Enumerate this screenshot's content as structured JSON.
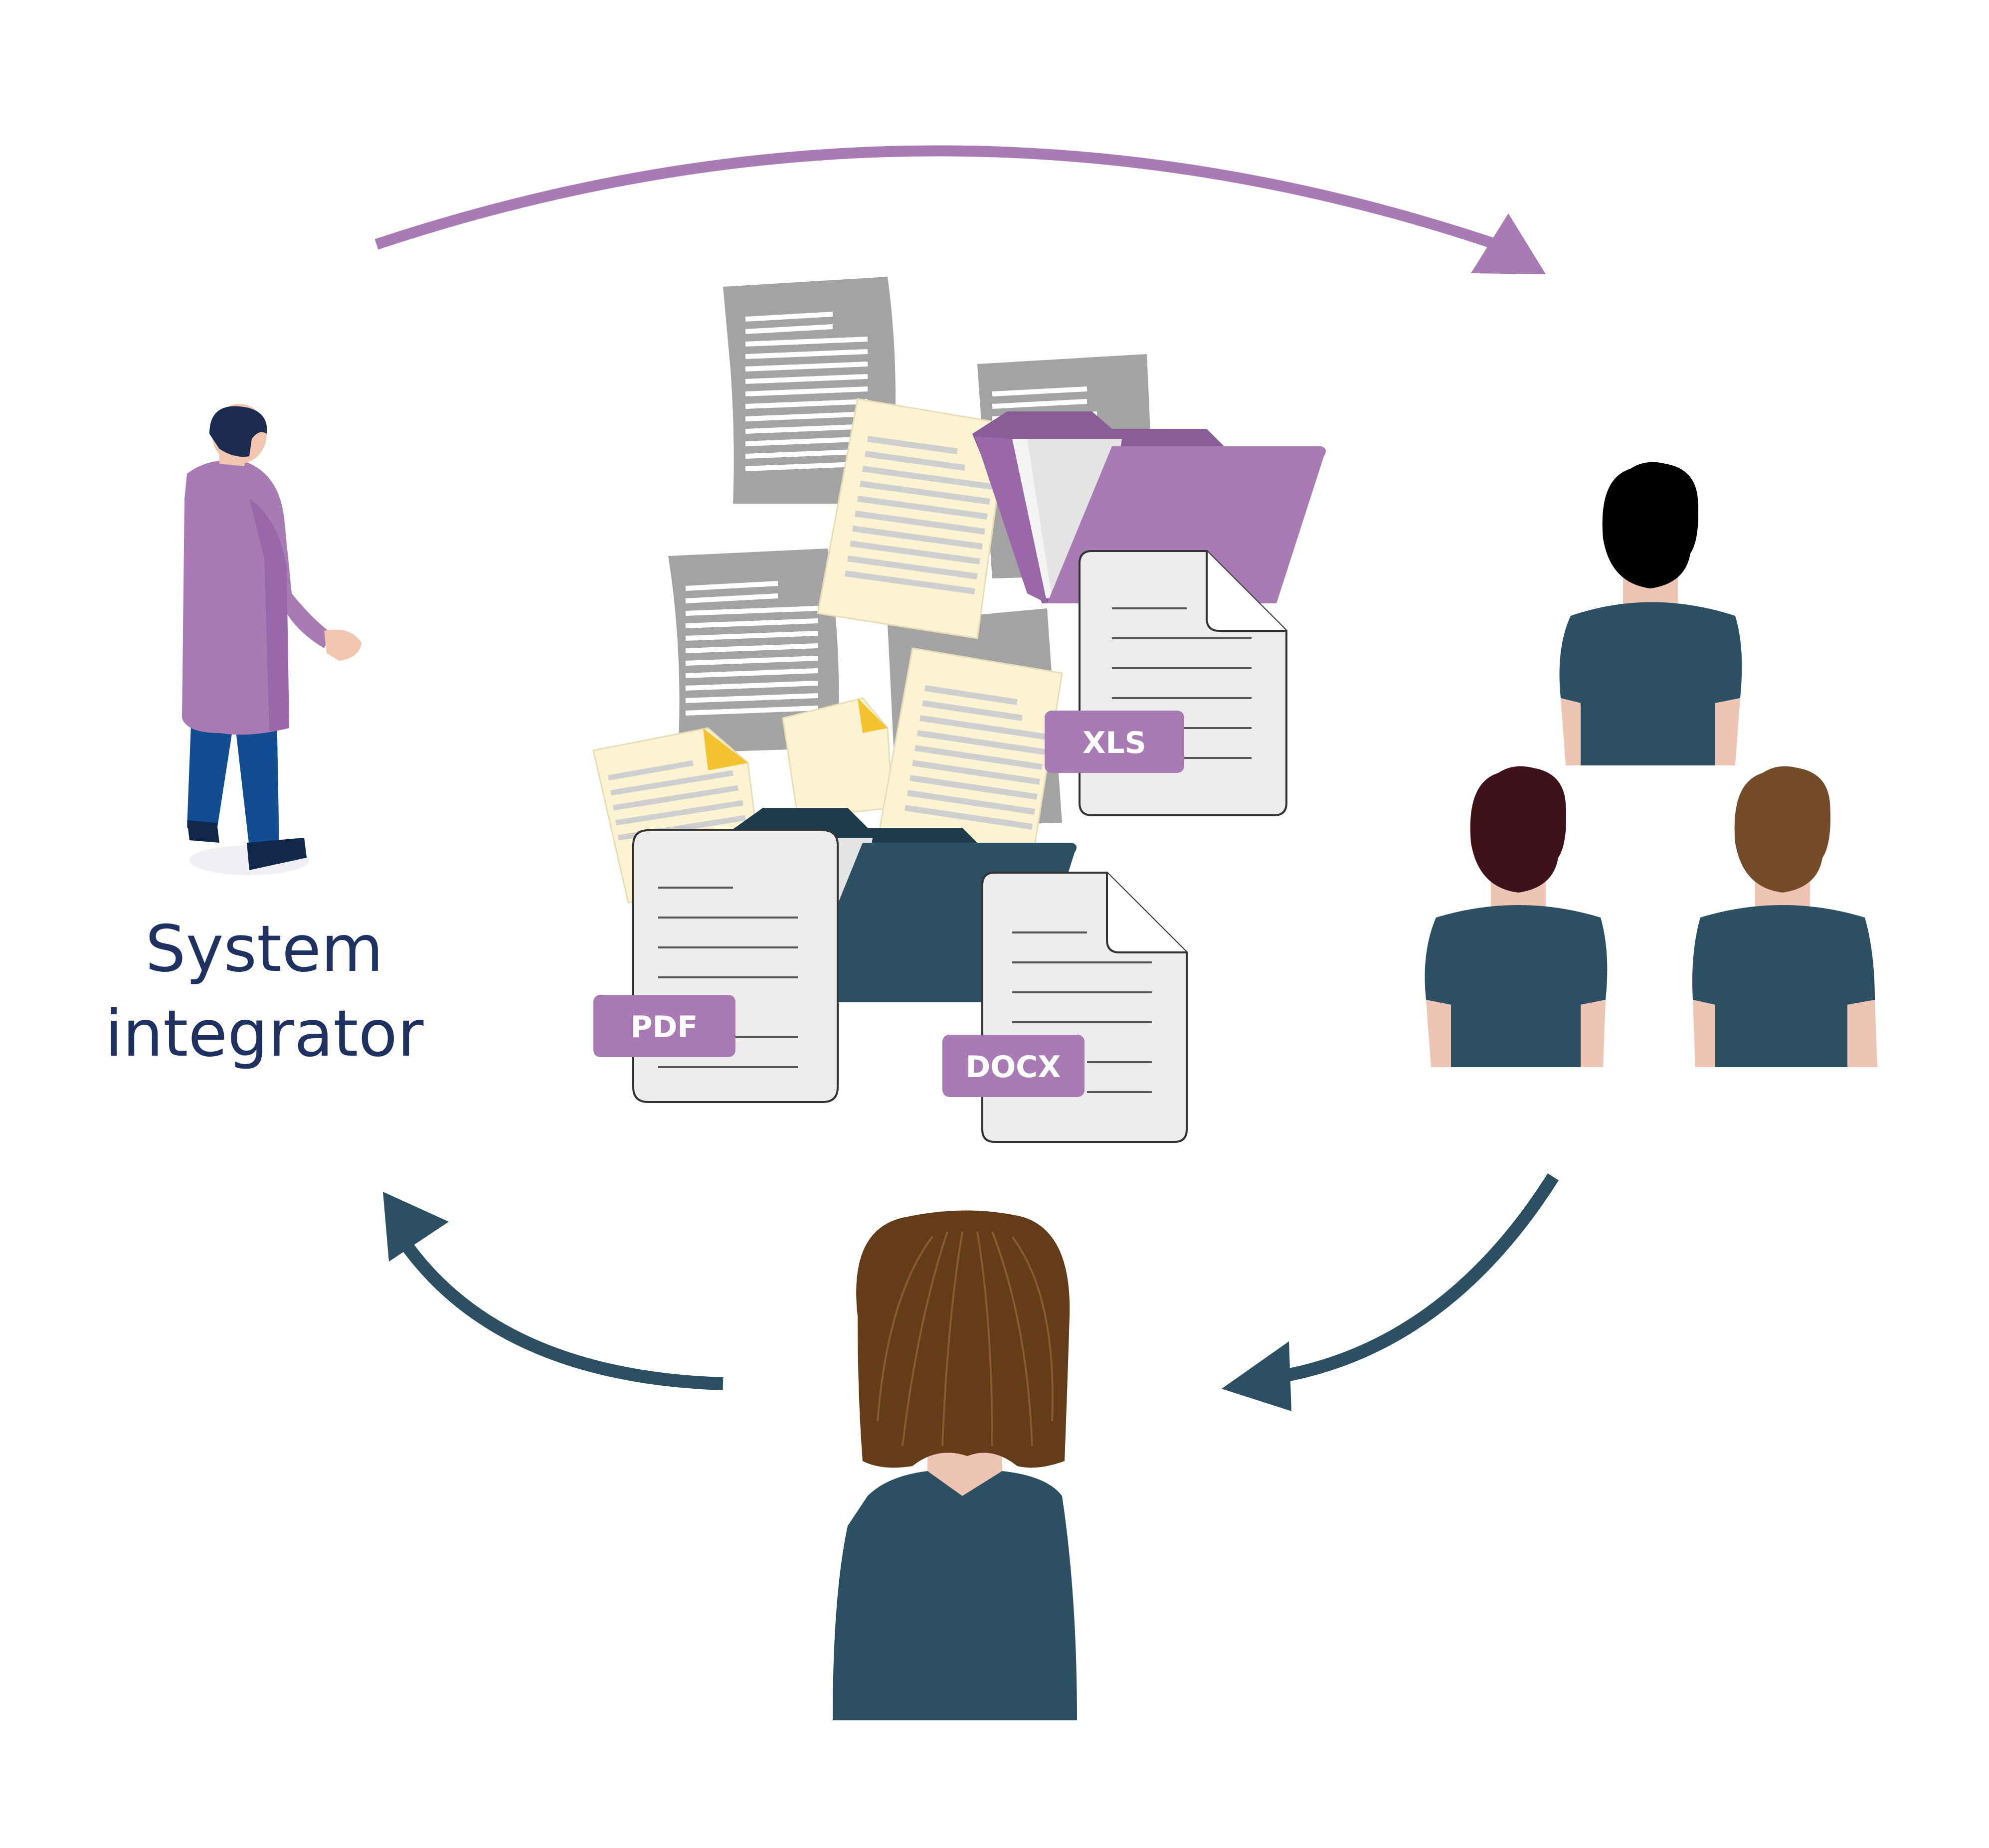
{
  "labels": {
    "system_integrator_line1": "System",
    "system_integrator_line2": "integrator"
  },
  "file_badges": {
    "xls": "XLS",
    "pdf": "PDF",
    "docx": "DOCX"
  },
  "icons": [
    "system-integrator-figure",
    "documents-cluster",
    "team-group",
    "woman-figure",
    "flow-arrow"
  ],
  "colors": {
    "purple": "#a87bb5",
    "dark_teal": "#2c4f62",
    "navy_text": "#1f3160",
    "paper_gray": "#a3a3a3",
    "paper_cream": "#fcf3d2",
    "doc_white": "#ececec",
    "skin": "#eec4b4",
    "hair_brown": "#643c1a"
  }
}
